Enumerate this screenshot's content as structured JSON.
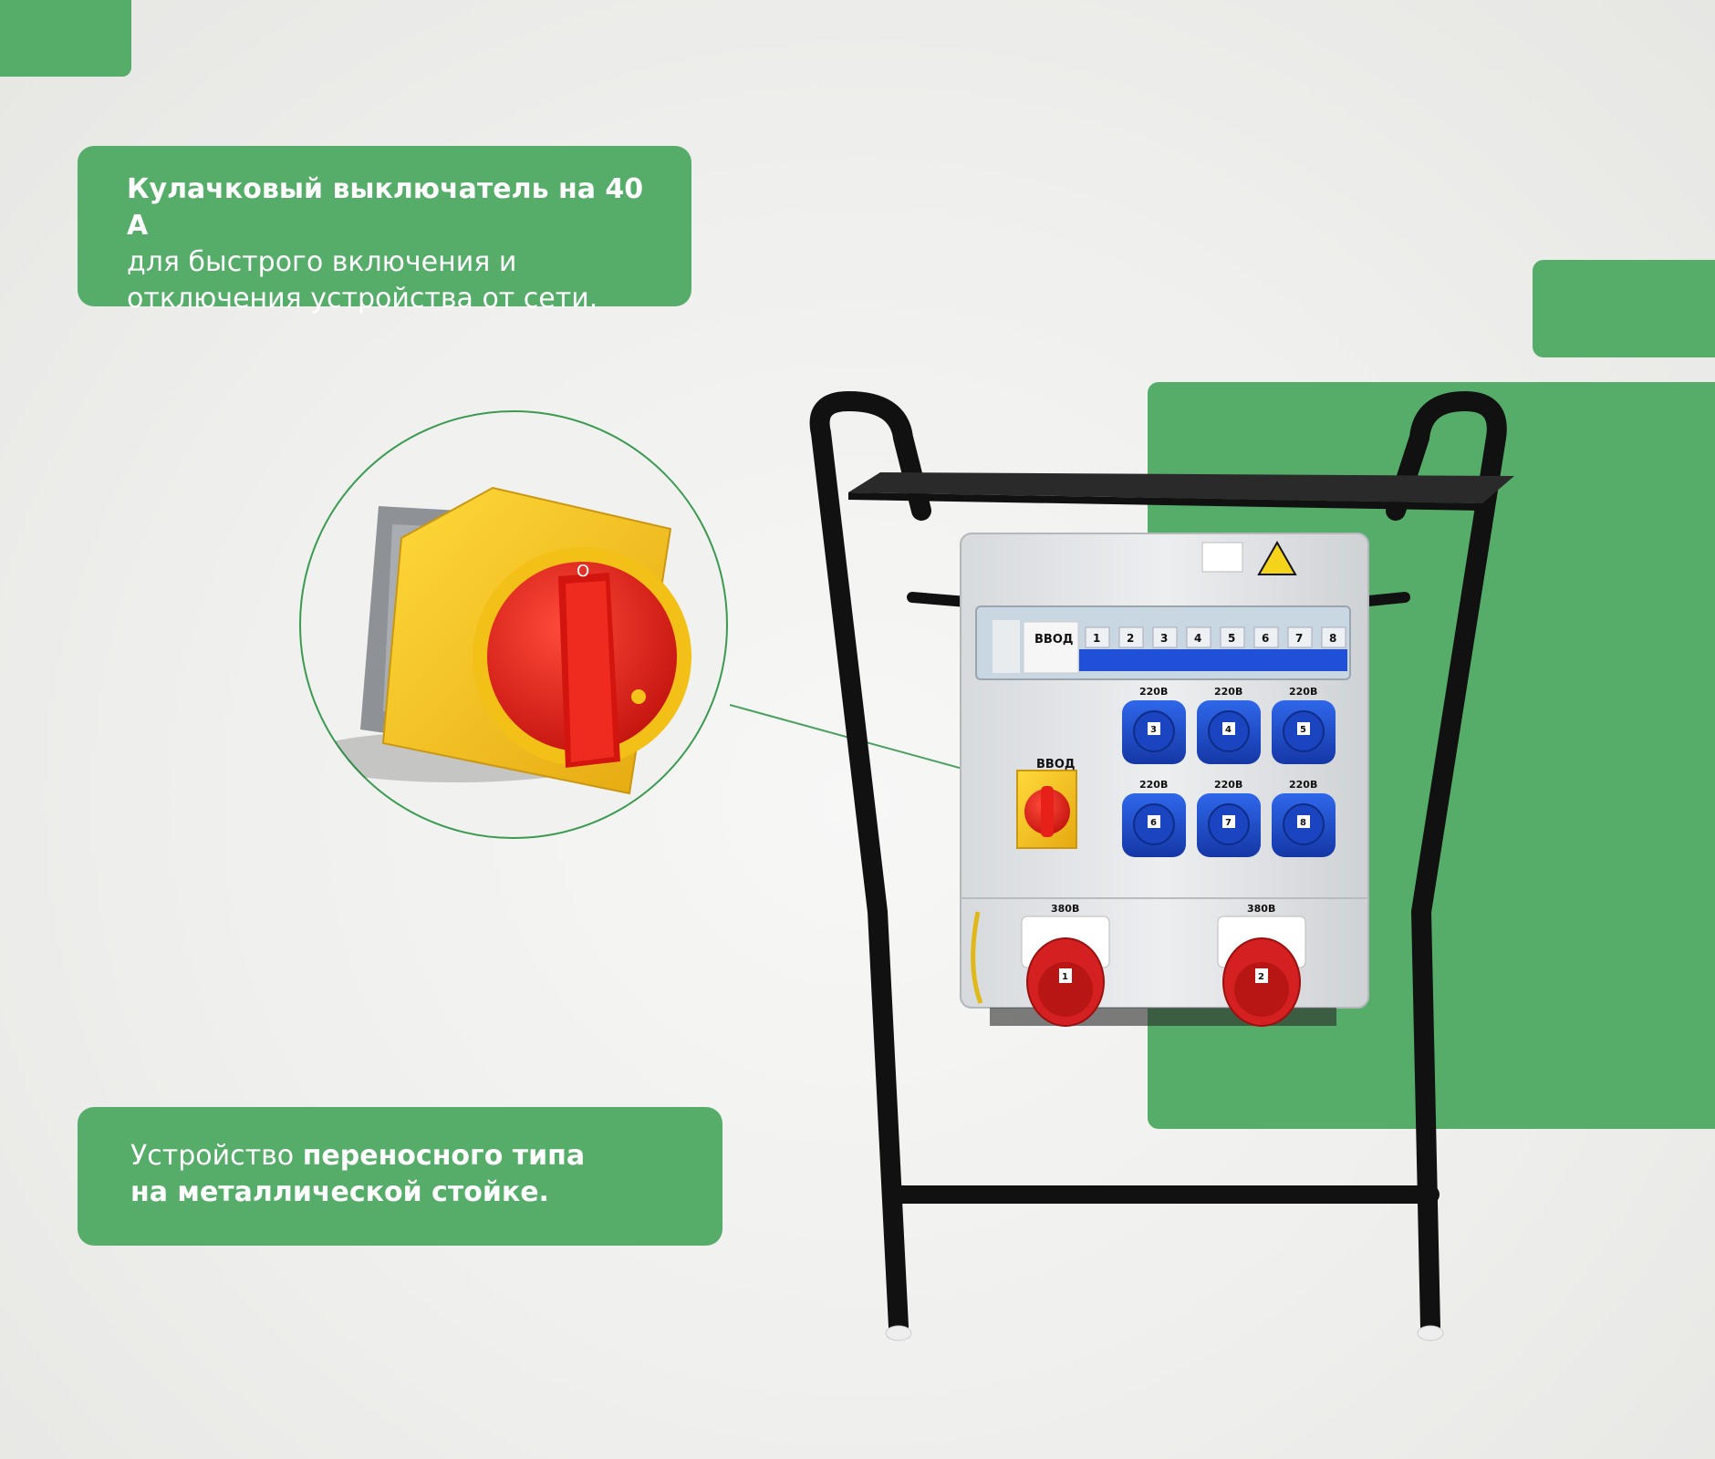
{
  "callout_top": {
    "bold": "Кулачковый выключатель на 40 А",
    "line2": "для быстрого включения и",
    "line3": "отключения устройства от сети."
  },
  "callout_bottom": {
    "line1_light": "Устройство ",
    "line1_bold": "переносного типа",
    "line2_bold": "на металлической стойке."
  },
  "device": {
    "input_label": "ВВОД",
    "breaker_label": "ВВОД",
    "socket_220_label": "220В",
    "socket_380_label": "380В",
    "breaker_numbers": [
      "1",
      "2",
      "3",
      "4",
      "5",
      "6",
      "7",
      "8"
    ],
    "sockets_220": [
      "3",
      "4",
      "5",
      "6",
      "7",
      "8"
    ],
    "sockets_380": [
      "1",
      "2"
    ]
  },
  "colors": {
    "brand_green": "#56ad6a",
    "switch_yellow": "#f2c21d",
    "switch_red": "#e02020",
    "socket_blue": "#1d4fd1",
    "socket_red": "#d42020"
  }
}
